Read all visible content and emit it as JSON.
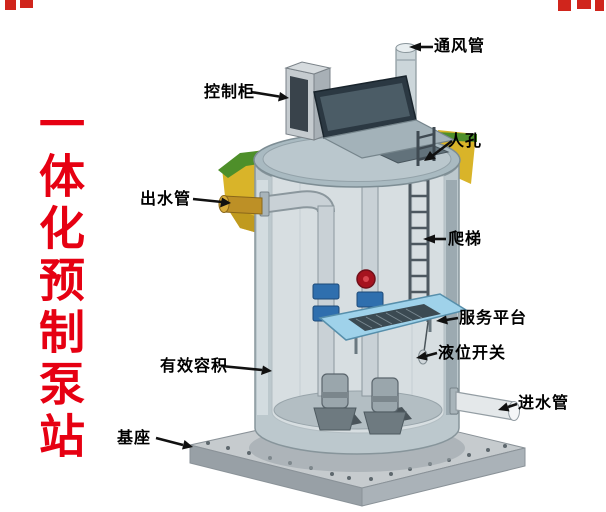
{
  "title": {
    "vertical_text": "一体化预制泵站"
  },
  "labels": {
    "vent_pipe": "通风管",
    "control_cabinet": "控制柜",
    "manhole": "人孔",
    "outlet_pipe": "出水管",
    "ladder": "爬梯",
    "service_platform": "服务平台",
    "level_switch": "液位开关",
    "effective_volume": "有效容积",
    "inlet_pipe": "进水管",
    "base": "基座"
  },
  "colors": {
    "title_red": "#e60012",
    "label_text": "#000000",
    "earth_yellow": "#d9b429",
    "grass_green": "#4e8f2a",
    "tank_shell": "#bcc8cd",
    "tank_interior": "#d7dee1",
    "lid_gray": "#a9bac1",
    "platform_blue": "#9fd2ea",
    "coupling_blue": "#2f6fae",
    "valve_red": "#a5131f",
    "outlet_pipe_yellow": "#bd9026",
    "base_concrete": "#c6cbce",
    "background": "#ffffff"
  }
}
